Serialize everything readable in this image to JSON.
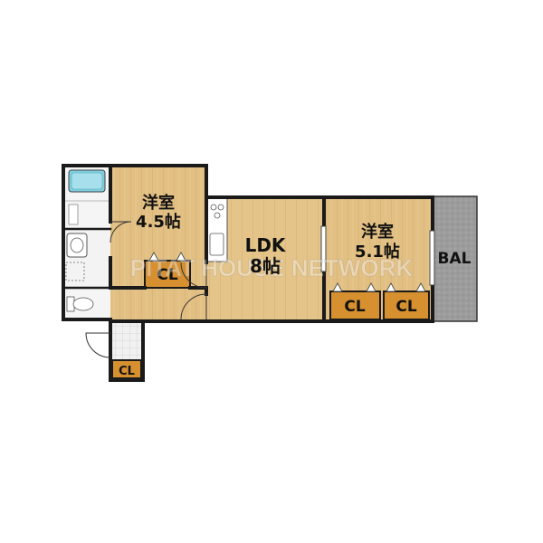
{
  "rooms": {
    "western_room_1": {
      "name": "洋室",
      "size": "4.5帖"
    },
    "ldk": {
      "name": "LDK",
      "size": "8帖"
    },
    "western_room_2": {
      "name": "洋室",
      "size": "5.1帖"
    },
    "balcony": {
      "name": "BAL"
    }
  },
  "closets": {
    "label": "CL"
  },
  "watermark": "PITAT HOUSE NETWORK",
  "colors": {
    "wood_floor": "#e2bf83",
    "closet": "#d6902f",
    "wall": "#1a1a1a",
    "balcony": "#9c9c9c",
    "bath": "#7fcde0",
    "wet_area": "#ececec"
  }
}
